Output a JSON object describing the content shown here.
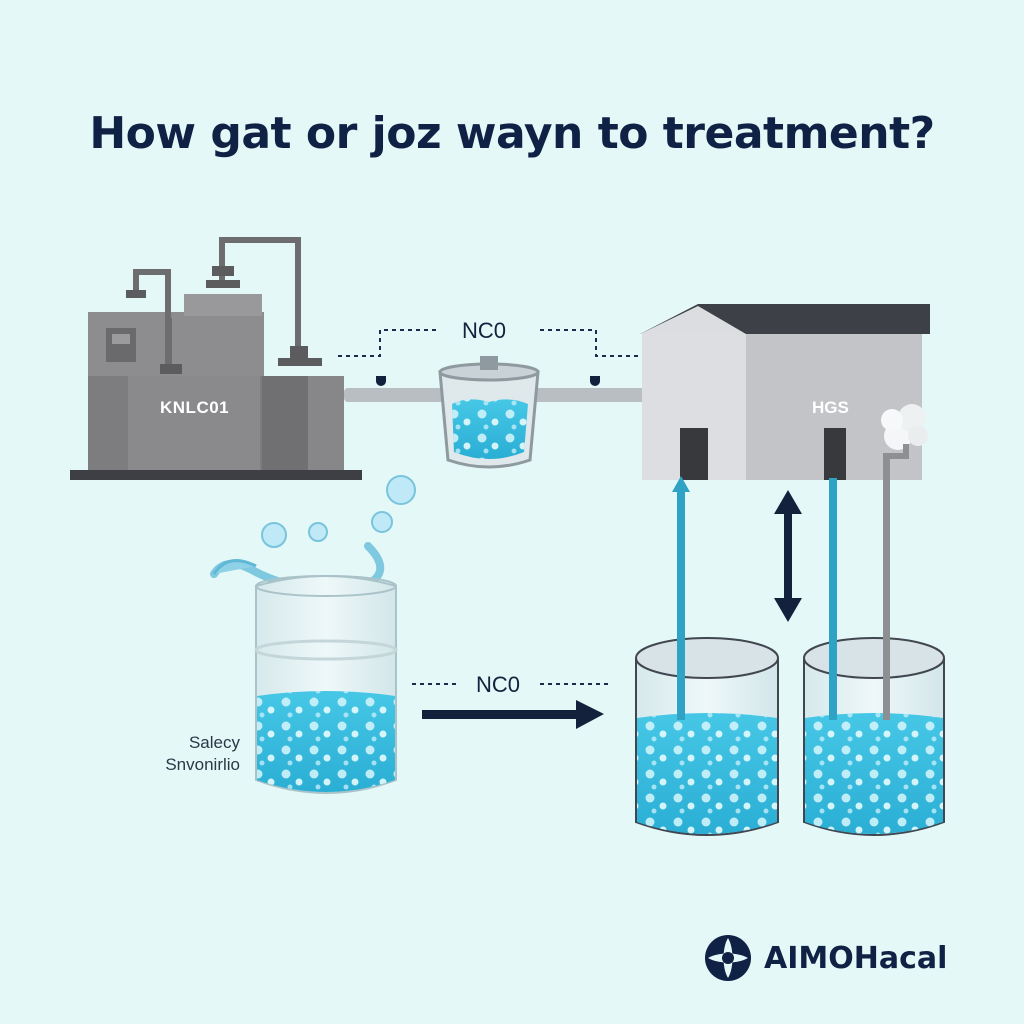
{
  "title": "How gat or joz wayn to treatment?",
  "labels": {
    "plant": "KNLC01",
    "building": "HGS",
    "top_connector": "NC0",
    "middle_connector": "NC0",
    "beaker_line1": "Salecy",
    "beaker_line2": "Snvonirlio"
  },
  "brand": {
    "name": "AIMOHacal",
    "icon": "compass-logo-icon"
  },
  "colors": {
    "background": "#e3f8f7",
    "title": "#0f2144",
    "water": "#37bfe0",
    "pipe": "#2ea3c6",
    "plant_gray": "#7d7d7f",
    "arrow_navy": "#14213d"
  }
}
